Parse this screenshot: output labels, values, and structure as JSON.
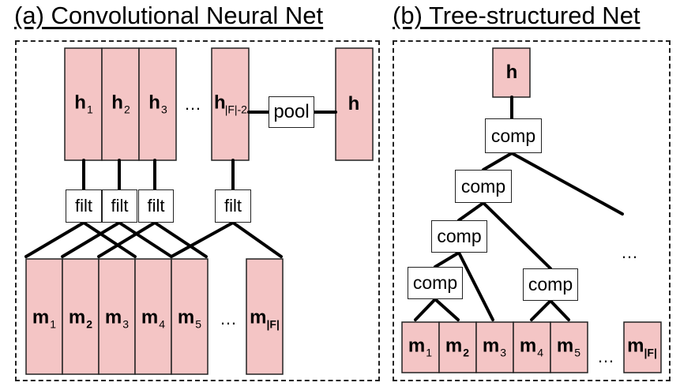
{
  "titles": {
    "a": "(a) Convolutional Neural Net",
    "b": "(b) Tree-structured Net"
  },
  "cnn": {
    "h_cells": [
      {
        "main": "h",
        "sub": "1"
      },
      {
        "main": "h",
        "sub": "2"
      },
      {
        "main": "h",
        "sub": "3"
      }
    ],
    "h_last": {
      "main": "h",
      "sub": "|F|-2"
    },
    "h_dots": "…",
    "pool": "pool",
    "h_out": "h",
    "filt": "filt",
    "m_cells": [
      {
        "main": "m",
        "sub": "1"
      },
      {
        "main": "m",
        "sub": "2"
      },
      {
        "main": "m",
        "sub": "3"
      },
      {
        "main": "m",
        "sub": "4"
      },
      {
        "main": "m",
        "sub": "5"
      }
    ],
    "m_dots": "…",
    "m_last": {
      "main": "m",
      "sub": "|F|"
    }
  },
  "tree": {
    "root": "h",
    "comp": "comp",
    "m_cells": [
      {
        "main": "m",
        "sub": "1"
      },
      {
        "main": "m",
        "sub": "2"
      },
      {
        "main": "m",
        "sub": "3"
      },
      {
        "main": "m",
        "sub": "4"
      },
      {
        "main": "m",
        "sub": "5"
      }
    ],
    "m_dots": "…",
    "right_dots": "…",
    "m_last": {
      "main": "m",
      "sub": "|F|"
    }
  },
  "colors": {
    "cell_fill": "#f4c5c5",
    "line": "#000000",
    "border": "#222222"
  }
}
